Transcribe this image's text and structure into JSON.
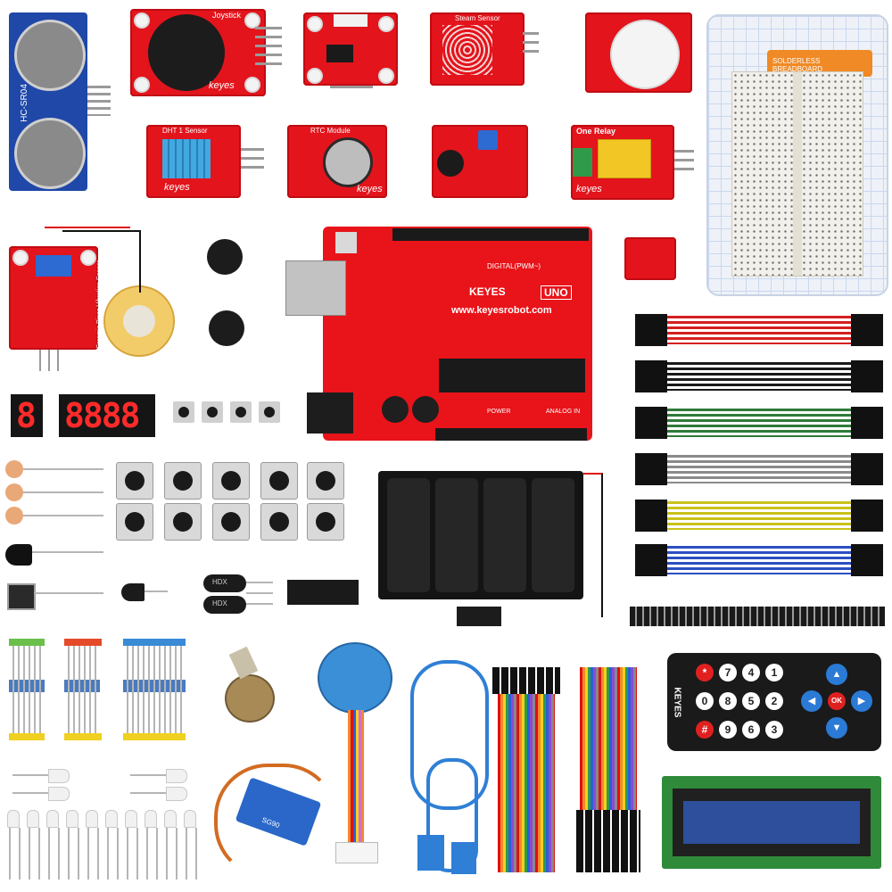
{
  "modules": {
    "ultrasonic_label": "HC-SR04",
    "joystick_label": "Joystick",
    "joystick_brand": "keyes",
    "steam_label": "Steam Sensor",
    "dht_label": "DHT 1 Sensor",
    "dht_brand": "keyes",
    "rtc_label": "RTC Module",
    "rtc_brand": "keyes",
    "relay_label": "One Relay",
    "relay_brand": "keyes",
    "breadboard_label": "SOLDERLESS BREADBOARD",
    "piezo_label": "Ceramic Piezo Vibration Sensor"
  },
  "uno": {
    "brand": "KEYES",
    "model": "UNO",
    "url": "www.keyesrobot.com",
    "digital_label": "DIGITAL(PWM~)",
    "power_label": "POWER",
    "analog_label": "ANALOG IN"
  },
  "displays": {
    "single_digit": "8",
    "four_digit": "8888"
  },
  "remote": {
    "brand": "KEYES",
    "keys": [
      "7",
      "4",
      "1",
      "8",
      "5",
      "2",
      "0",
      "9",
      "6",
      "3",
      "*",
      "#",
      "OK"
    ]
  },
  "misc": {
    "buzzer_label": "HDX",
    "servo_label": "SG90"
  },
  "colors": {
    "pcb_red": "#e3141c",
    "uno_red": "#e8141a",
    "breadboard_white": "#f2f0ea",
    "lcd_blue": "#2d4f9c",
    "usb_blue": "#2f7fd6"
  }
}
